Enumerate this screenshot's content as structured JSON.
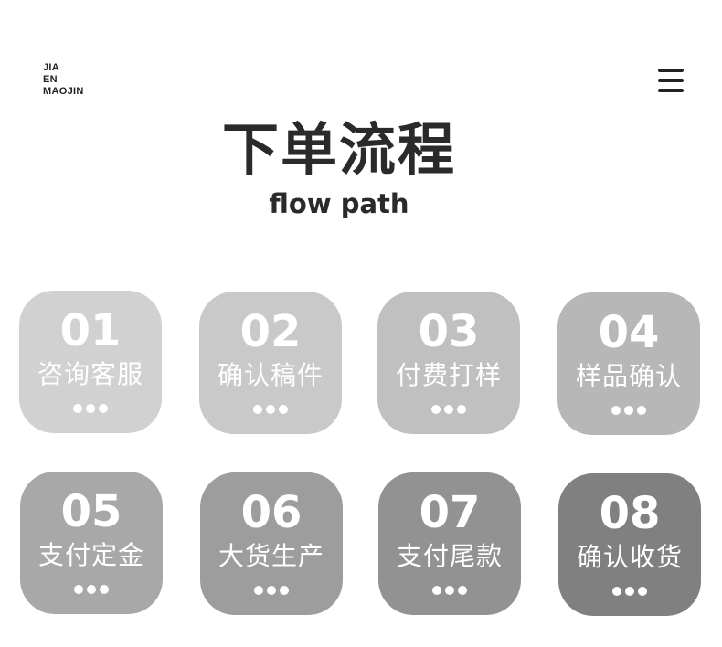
{
  "brand": {
    "lines": [
      "JIA",
      "EN",
      "MAOJIN"
    ]
  },
  "menu": {
    "icon": "menu-icon"
  },
  "title": "下单流程",
  "subtitle": "flow path",
  "steps": [
    {
      "num": "01",
      "label": "咨询客服",
      "color": "#d1d1d1"
    },
    {
      "num": "02",
      "label": "确认稿件",
      "color": "#c9c9c9"
    },
    {
      "num": "03",
      "label": "付费打样",
      "color": "#c0c0c0"
    },
    {
      "num": "04",
      "label": "样品确认",
      "color": "#b7b7b7"
    },
    {
      "num": "05",
      "label": "支付定金",
      "color": "#a8a8a8"
    },
    {
      "num": "06",
      "label": "大货生产",
      "color": "#9d9d9d"
    },
    {
      "num": "07",
      "label": "支付尾款",
      "color": "#929292"
    },
    {
      "num": "08",
      "label": "确认收货",
      "color": "#808080"
    }
  ]
}
